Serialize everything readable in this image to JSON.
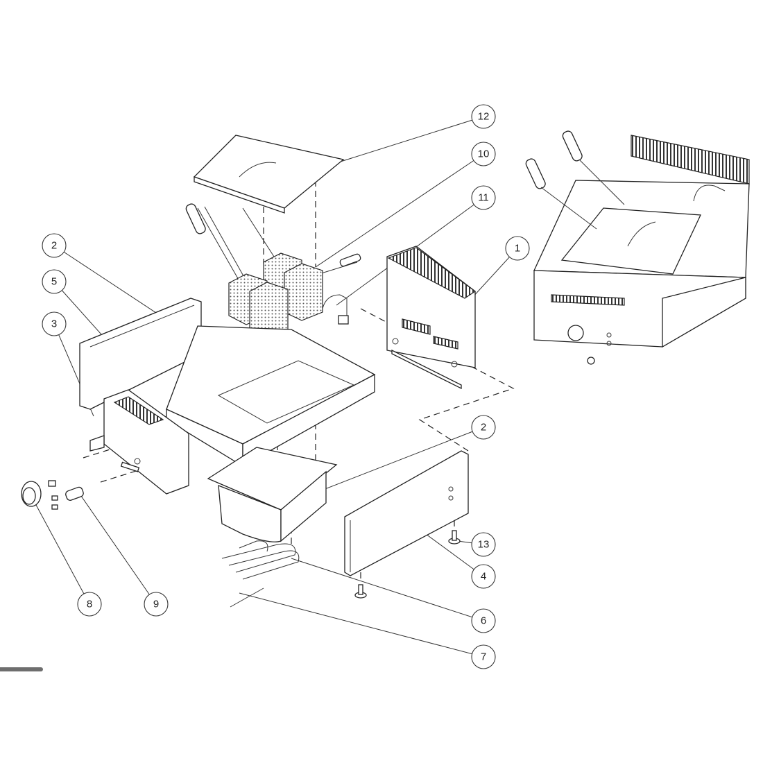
{
  "diagram": {
    "callouts": [
      {
        "id": "c12",
        "label": "12",
        "part": "lid"
      },
      {
        "id": "c10",
        "label": "10",
        "part": "baskets"
      },
      {
        "id": "c11",
        "label": "11",
        "part": "drain-pipe"
      },
      {
        "id": "c1",
        "label": "1",
        "part": "back-panel"
      },
      {
        "id": "c2a",
        "label": "2",
        "part": "top-plate"
      },
      {
        "id": "c5",
        "label": "5",
        "part": "side-panel-left"
      },
      {
        "id": "c3",
        "label": "3",
        "part": "front-panel"
      },
      {
        "id": "c2b",
        "label": "2",
        "part": "fry-tank"
      },
      {
        "id": "c13",
        "label": "13",
        "part": "foot"
      },
      {
        "id": "c4",
        "label": "4",
        "part": "side-panel-right"
      },
      {
        "id": "c6",
        "label": "6",
        "part": "heating-element"
      },
      {
        "id": "c7",
        "label": "7",
        "part": "thermostat-probe"
      },
      {
        "id": "c8",
        "label": "8",
        "part": "control-knob"
      },
      {
        "id": "c9",
        "label": "9",
        "part": "pilot-lamp-switch"
      }
    ],
    "colors": {
      "line": "#222222",
      "background": "#ffffff",
      "bar": "#6e6e6e"
    }
  }
}
